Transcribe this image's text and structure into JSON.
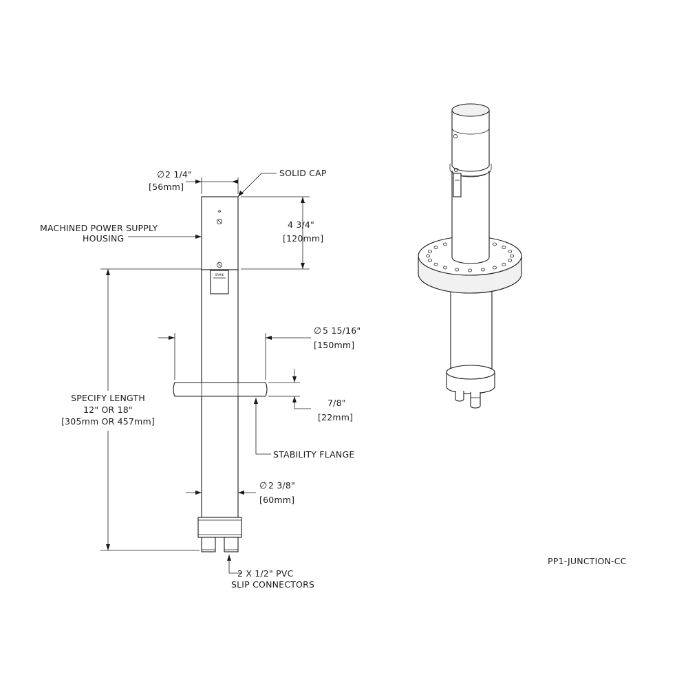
{
  "drawing_number": "PP1-JUNCTION-CC",
  "labels": {
    "cap_dia_imperial": "2 1/4\"",
    "cap_dia_metric": "[56mm]",
    "solid_cap": "SOLID CAP",
    "housing_line1": "MACHINED POWER SUPPLY",
    "housing_line2": "HOUSING",
    "housing_len_imperial": "4 3/4\"",
    "housing_len_metric": "[120mm]",
    "flange_dia_imperial": "5 15/16\"",
    "flange_dia_metric": "[150mm]",
    "flange_thk_imperial": "7/8\"",
    "flange_thk_metric": "[22mm]",
    "specify_line1": "SPECIFY LENGTH",
    "specify_line2": "12\" OR 18\"",
    "specify_line3": "[305mm OR 457mm]",
    "stability_flange": "STABILITY FLANGE",
    "tube_dia_imperial": "2 3/8\"",
    "tube_dia_metric": "[60mm]",
    "connectors_line1": "2 X 1/2\" PVC",
    "connectors_line2": "SLIP CONNECTORS",
    "plate_text": "SPARK"
  },
  "colors": {
    "line": "#1a1a1a",
    "background": "#ffffff"
  },
  "symbols": {
    "diameter": "∅"
  }
}
